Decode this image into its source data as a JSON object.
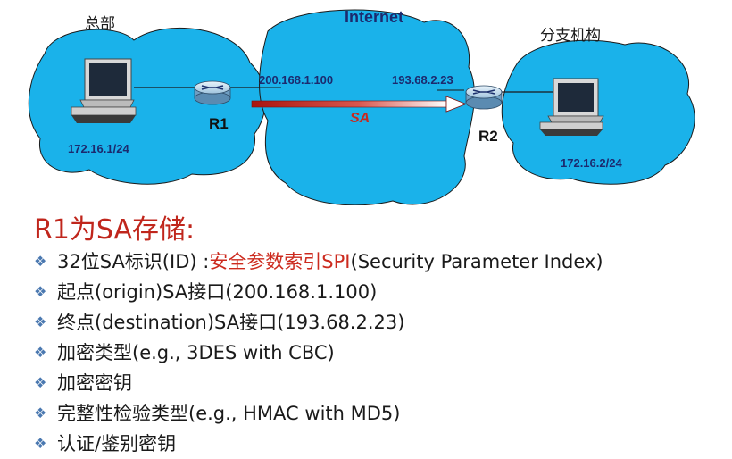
{
  "diagram": {
    "hq_label": "总部",
    "internet_label": "Internet",
    "branch_label": "分支机构",
    "r1_ip": "200.168.1.100",
    "r2_ip": "193.68.2.23",
    "r1_label": "R1",
    "r2_label": "R2",
    "sa_label": "SA",
    "hq_subnet": "172.16.1/24",
    "branch_subnet": "172.16.2/24"
  },
  "heading": "R1为SA存储:",
  "items": [
    {
      "pre": "32位SA标识(ID) : ",
      "highlight": "安全参数索引SPI",
      "post": " (Security Parameter Index)"
    },
    {
      "pre": "起点(origin)SA接口(200.168.1.100)",
      "highlight": "",
      "post": ""
    },
    {
      "pre": "终点(destination)SA接口(193.68.2.23)",
      "highlight": "",
      "post": ""
    },
    {
      "pre": "加密类型(e.g., 3DES with CBC)",
      "highlight": "",
      "post": ""
    },
    {
      "pre": "加密密钥",
      "highlight": "",
      "post": ""
    },
    {
      "pre": "完整性检验类型(e.g., HMAC with MD5)",
      "highlight": "",
      "post": ""
    },
    {
      "pre": "认证/鉴别密钥",
      "highlight": "",
      "post": ""
    }
  ],
  "colors": {
    "cloud": "#1ab2ea",
    "heading": "#c0261c",
    "highlight": "#cc2a1e",
    "sa_arrow": "#b81e1e"
  }
}
